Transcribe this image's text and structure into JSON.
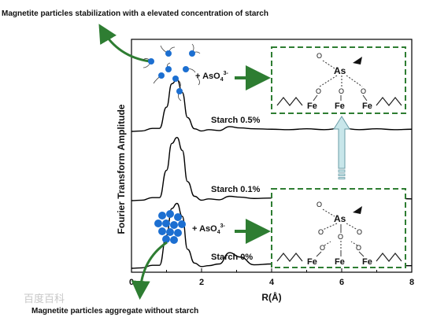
{
  "chart_data": {
    "type": "line",
    "title": "",
    "xlabel": "R(Å)",
    "ylabel": "Fourier Transform Amplitude",
    "xlim": [
      0,
      8
    ],
    "xticks": [
      "0",
      "2",
      "4",
      "6",
      "8"
    ],
    "grid": false,
    "series": [
      {
        "name": "Starch 0.5%",
        "x": [
          0,
          0.3,
          0.6,
          0.8,
          1.0,
          1.15,
          1.3,
          1.45,
          1.6,
          1.8,
          2.0,
          2.2,
          2.5,
          2.8,
          3.1,
          3.5,
          4.0,
          4.5,
          5.0,
          5.5,
          6.0,
          6.5,
          7.0,
          7.5,
          8.0
        ],
        "y": [
          0.0,
          0.05,
          0.35,
          0.35,
          2.8,
          5.5,
          6.0,
          4.5,
          1.6,
          0.3,
          0.05,
          0.2,
          0.1,
          0.55,
          0.4,
          0.3,
          0.25,
          0.2,
          0.3,
          0.2,
          0.35,
          0.2,
          0.3,
          0.2,
          0.25
        ]
      },
      {
        "name": "Starch 0.1%",
        "x": [
          0,
          0.3,
          0.6,
          0.8,
          1.0,
          1.15,
          1.3,
          1.45,
          1.6,
          1.8,
          2.0,
          2.2,
          2.5,
          2.8,
          3.1,
          3.5,
          4.0,
          4.5,
          5.0,
          5.5,
          6.0,
          6.5,
          7.0,
          7.5,
          8.0
        ],
        "y": [
          0.0,
          0.05,
          0.35,
          0.35,
          3.5,
          6.6,
          7.3,
          5.8,
          2.2,
          0.5,
          0.05,
          0.2,
          0.1,
          0.5,
          0.4,
          0.25,
          0.3,
          0.2,
          0.25,
          0.3,
          0.2,
          0.3,
          0.2,
          0.3,
          0.2
        ]
      },
      {
        "name": "Starch 0%",
        "x": [
          0,
          0.3,
          0.6,
          0.8,
          1.0,
          1.15,
          1.3,
          1.45,
          1.6,
          1.8,
          2.0,
          2.2,
          2.5,
          2.8,
          3.1,
          3.5,
          4.0,
          4.5,
          5.0,
          5.5,
          6.0,
          6.5,
          7.0,
          7.5,
          8.0
        ],
        "y": [
          0.0,
          0.05,
          0.35,
          0.35,
          3.8,
          6.9,
          7.5,
          6.0,
          2.2,
          0.6,
          0.2,
          0.3,
          0.5,
          1.8,
          1.3,
          0.4,
          0.5,
          0.3,
          0.4,
          0.35,
          0.3,
          0.35,
          0.3,
          0.3,
          0.3
        ]
      }
    ]
  },
  "annotations": {
    "top_caption": "Magnetite particles stabilization with a elevated concentration of starch",
    "bottom_caption": "Magnetite particles aggregate without starch",
    "plus_arsenate_top": "+ AsO",
    "plus_arsenate_bottom": "+ AsO",
    "arsenate_charge": "3-",
    "as_symbol": "As",
    "fe_symbol": "Fe",
    "o_symbol": "O"
  },
  "colors": {
    "green_arrow": "#2e7d32",
    "dashed_box": "#2e7d32",
    "particle": "#1c6fd1",
    "up_arrow_fill": "#c8e6ea",
    "up_arrow_stroke": "#6a9ca6",
    "watermark": "#b0b0b0"
  },
  "watermark": "百度百科"
}
